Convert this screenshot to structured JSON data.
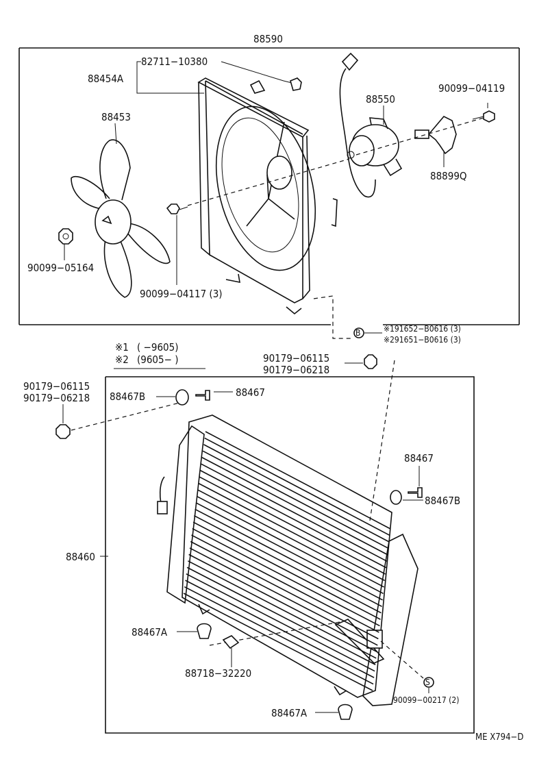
{
  "labels": {
    "p88590": "88590",
    "p82711": "82711−10380",
    "p88454a": "88454A",
    "p88453": "88453",
    "p88550": "88550",
    "p90099_04119": "90099−04119",
    "p88899q": "88899Q",
    "p90099_05164": "90099−05164",
    "p90099_04117": "90099−04117 (3)",
    "star1_part": "※191652−B0616 (3)",
    "star2_part": "※291651−B0616 (3)",
    "legend1_mark": "※1",
    "legend1_text": "(     −9605)",
    "legend2_mark": "※2",
    "legend2_text": "(9605−       )",
    "p90179_06115_r": "90179−06115",
    "p90179_06218_r": "90179−06218",
    "p90179_06115_l": "90179−06115",
    "p90179_06218_l": "90179−06218",
    "p88467b_top": "88467B",
    "p88467_top": "88467",
    "p88467_right": "88467",
    "p88467b_right": "88467B",
    "p88460": "88460",
    "p88467a_1": "88467A",
    "p88718": "88718−32220",
    "p90099_00217": "90099−00217 (2)",
    "p88467a_2": "88467A",
    "code": "ME X794−D"
  },
  "markers": {
    "b": "B",
    "s": "S"
  }
}
